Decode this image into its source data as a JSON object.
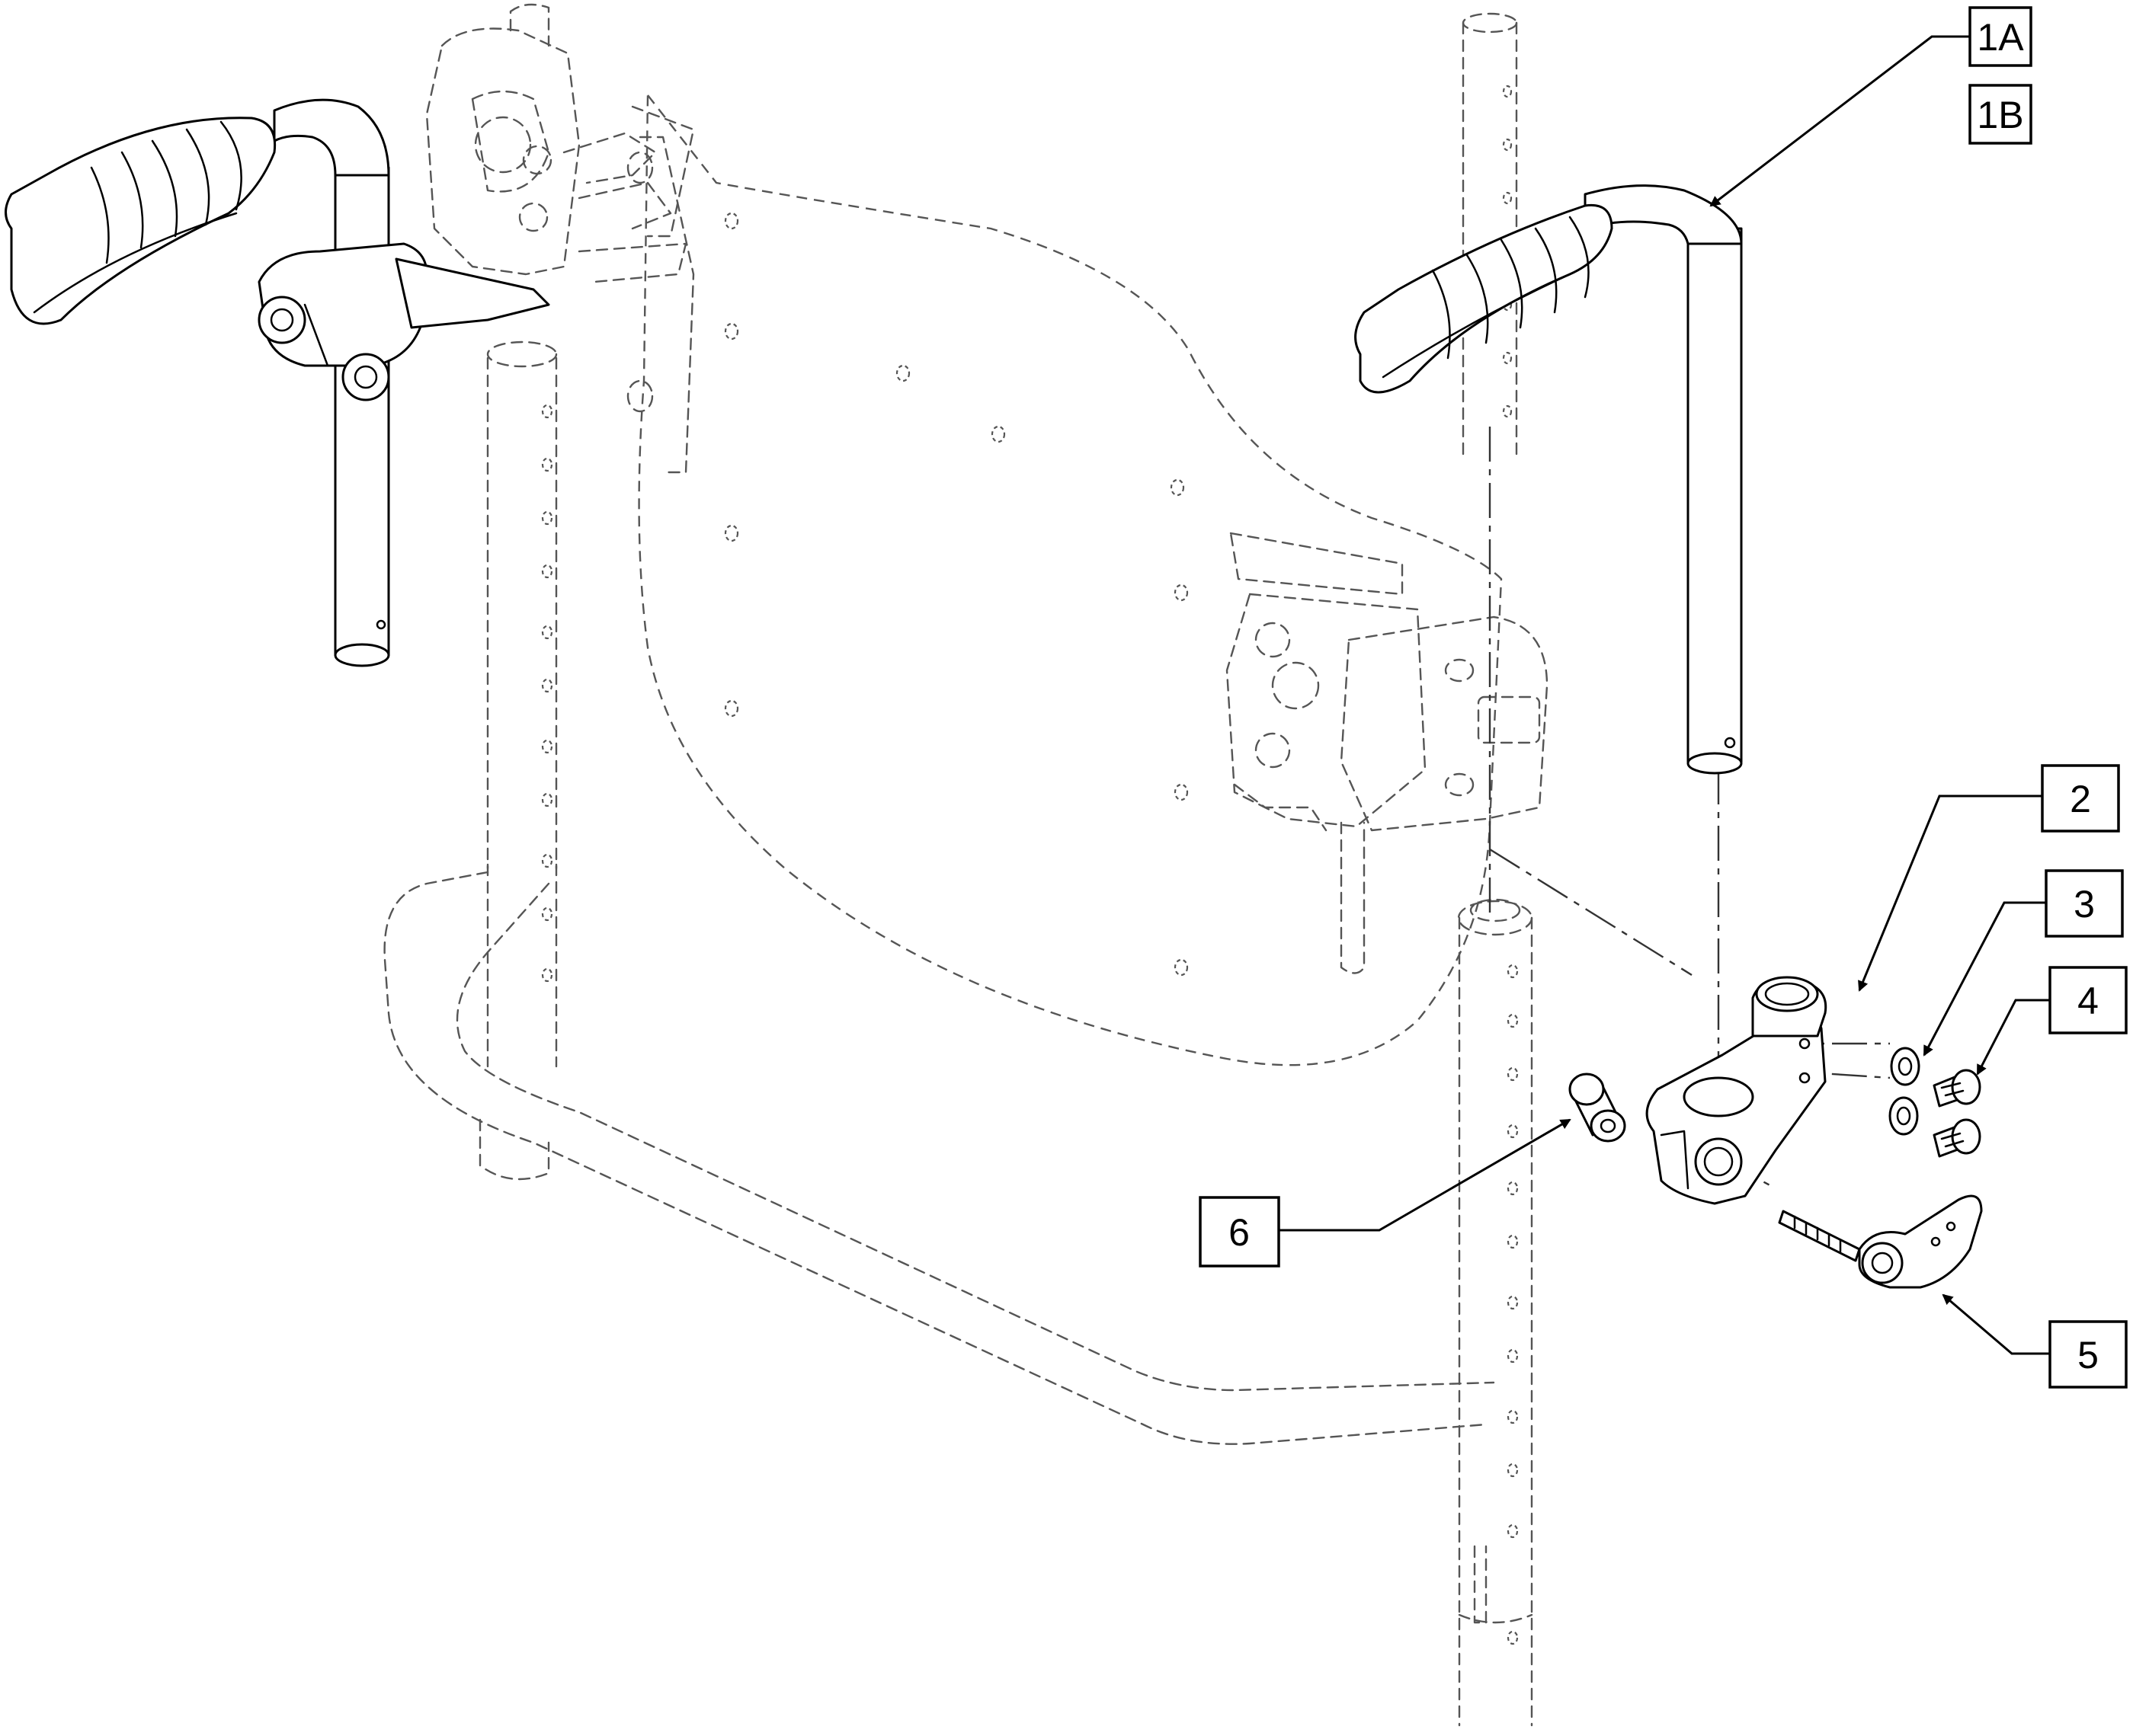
{
  "callouts": {
    "c1A": "1A",
    "c1B": "1B",
    "c2": "2",
    "c3": "3",
    "c4": "4",
    "c5": "5",
    "c6": "6"
  },
  "colors": {
    "line": "#000000",
    "phantom": "#555555",
    "background": "#ffffff"
  }
}
